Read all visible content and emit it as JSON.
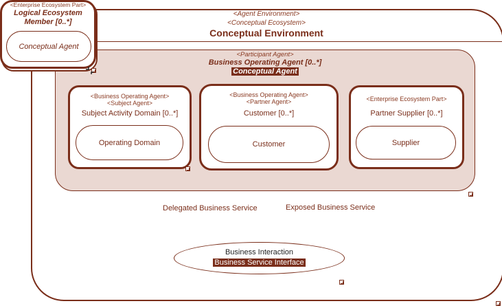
{
  "environment": {
    "stereotype1": "<Agent Environment>",
    "stereotype2": "<Conceptual Ecosystem>",
    "title": "Conceptual Environment"
  },
  "ecosystem_member": {
    "stereotype": "<Enterprise Ecosystem Part>",
    "title_line1": "Logical Ecosystem",
    "title_line2": "Member [0..*]",
    "agent": "Conceptual Agent"
  },
  "business_agent": {
    "stereotype": "<Participant Agent>",
    "title": "Business Operating Agent [0..*]",
    "type_label": "Conceptual Agent"
  },
  "subject_domain": {
    "stereotype1": "<Business Operating Agent>",
    "stereotype2": "<Subject Agent>",
    "title": "Subject Activity Domain [0..*]",
    "inner": "Operating Domain"
  },
  "customer": {
    "stereotype1": "<Business Operating Agent>",
    "stereotype2": "<Partner Agent>",
    "title": "Customer [0..*]",
    "inner": "Customer"
  },
  "partner": {
    "stereotype": "<Enterprise Ecosystem Part>",
    "title": "Partner Supplier [0..*]",
    "inner": "Supplier"
  },
  "services": {
    "delegated": "Delegated Business Service",
    "exposed": "Exposed Business Service"
  },
  "interaction": {
    "title": "Business Interaction",
    "type_label": "Business Service Interface"
  },
  "colors": {
    "line": "#7a2e1a",
    "fill_participant": "#ead8d2",
    "background": "#ffffff"
  }
}
